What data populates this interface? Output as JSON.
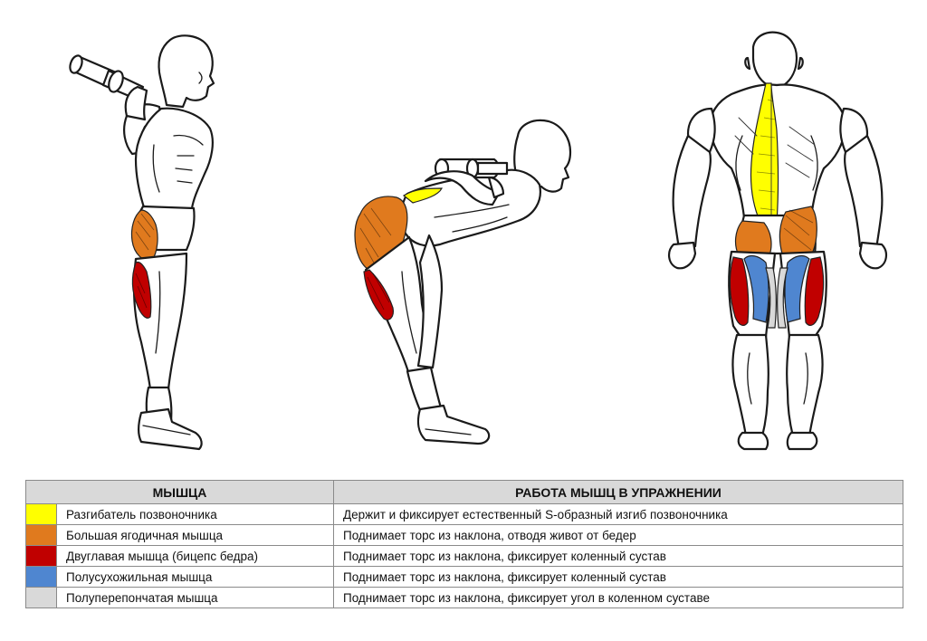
{
  "table": {
    "header_muscle": "МЫШЦА",
    "header_work": "РАБОТА МЫШЦ В УПРАЖНЕНИИ",
    "rows": [
      {
        "color": "#ffff00",
        "muscle": "Разгибатель позвоночника",
        "work": "Держит и фиксирует естественный S-образный изгиб позвоночника"
      },
      {
        "color": "#e07a1e",
        "muscle": "Большая ягодичная мышца",
        "work": "Поднимает торс из наклона, отводя живот от бедер"
      },
      {
        "color": "#c00000",
        "muscle": "Двуглавая мышца (бицепс бедра)",
        "work": "Поднимает торс из наклона, фиксирует коленный сустав"
      },
      {
        "color": "#4f86d0",
        "muscle": "Полусухожильная мышца",
        "work": "Поднимает торс из наклона, фиксирует коленный сустав"
      },
      {
        "color": "#d9d9d9",
        "muscle": "Полуперепончатая мышца",
        "work": "Поднимает торс из наклона, фиксирует угол в коленном суставе"
      }
    ]
  },
  "figures": [
    {
      "name": "standing-side-view",
      "highlighted": [
        "gluteus-maximus",
        "biceps-femoris"
      ]
    },
    {
      "name": "bent-over-side-view",
      "highlighted": [
        "erector-spinae",
        "gluteus-maximus",
        "biceps-femoris"
      ]
    },
    {
      "name": "back-view",
      "highlighted": [
        "erector-spinae",
        "gluteus-maximus",
        "biceps-femoris",
        "semitendinosus",
        "semimembranosus"
      ]
    }
  ]
}
